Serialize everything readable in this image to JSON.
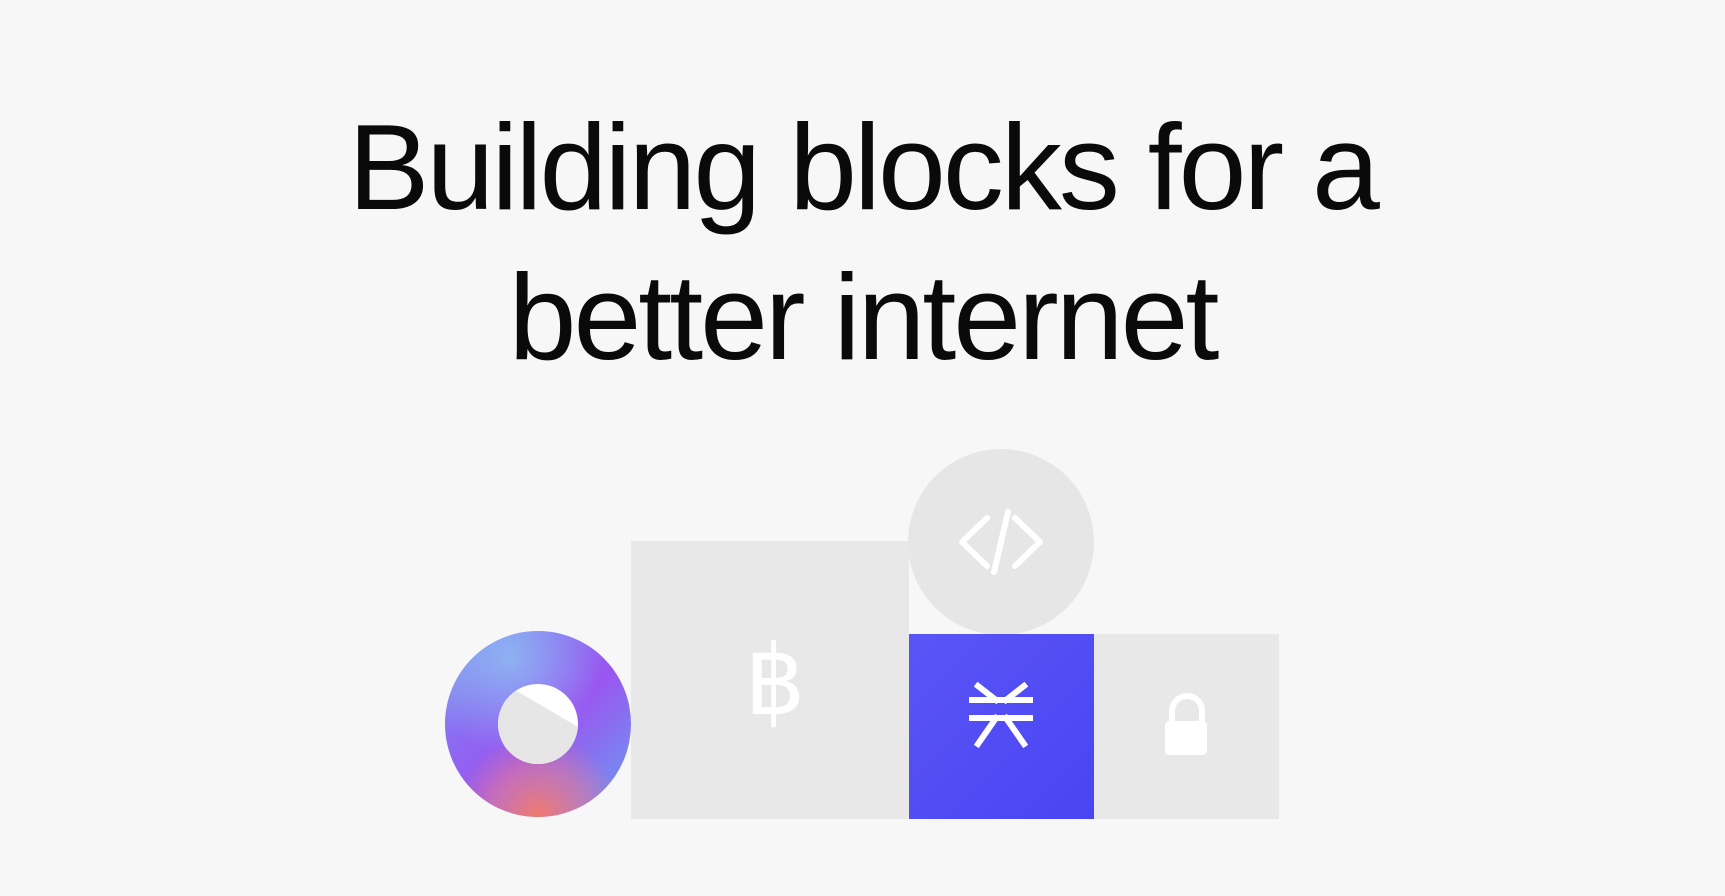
{
  "headline": {
    "line1": "Building blocks for a",
    "line2": "better internet"
  },
  "illustration": {
    "blocks": [
      {
        "name": "gradient-ring",
        "icon": "ring-icon"
      },
      {
        "name": "bitcoin-block",
        "icon": "bitcoin-icon"
      },
      {
        "name": "code-circle",
        "icon": "code-icon"
      },
      {
        "name": "stacks-block",
        "icon": "stacks-logo-icon"
      },
      {
        "name": "lock-block",
        "icon": "lock-icon"
      }
    ],
    "bitcoin_glyph": "฿"
  },
  "colors": {
    "background": "#f7f7f7",
    "block_gray": "#e8e8e8",
    "accent_blue": "#5546ff",
    "text": "#0a0a0a",
    "icon_white": "#ffffff"
  }
}
